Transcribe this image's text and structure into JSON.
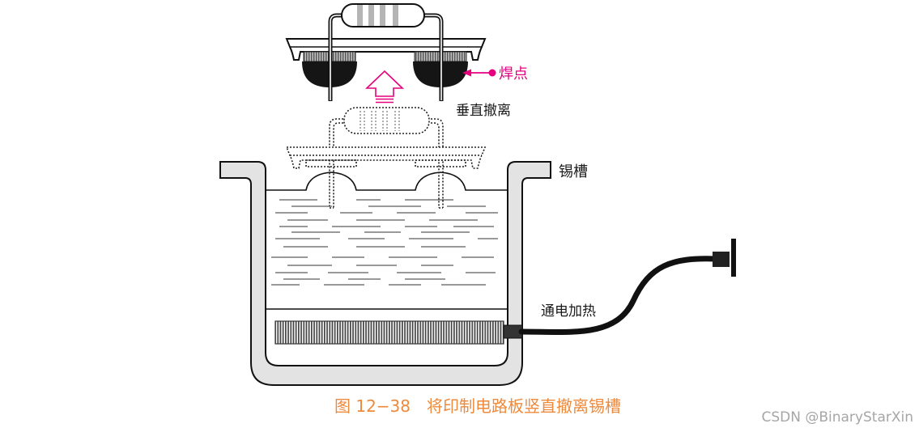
{
  "labels": {
    "solder_joint": "焊点",
    "vertical_removal": "垂直撤离",
    "tin_bath": "锡槽",
    "power_heating": "通电加热"
  },
  "caption": "图 12−38　将印制电路板竖直撤离锡槽",
  "watermark": "CSDN @BinaryStarXin",
  "colors": {
    "callout": "#e5007e",
    "caption": "#ee8a3d",
    "tank_wall": "#e3e3e3",
    "resistor_band": "#b5b5b5",
    "watermark": "#a6a6a6"
  }
}
